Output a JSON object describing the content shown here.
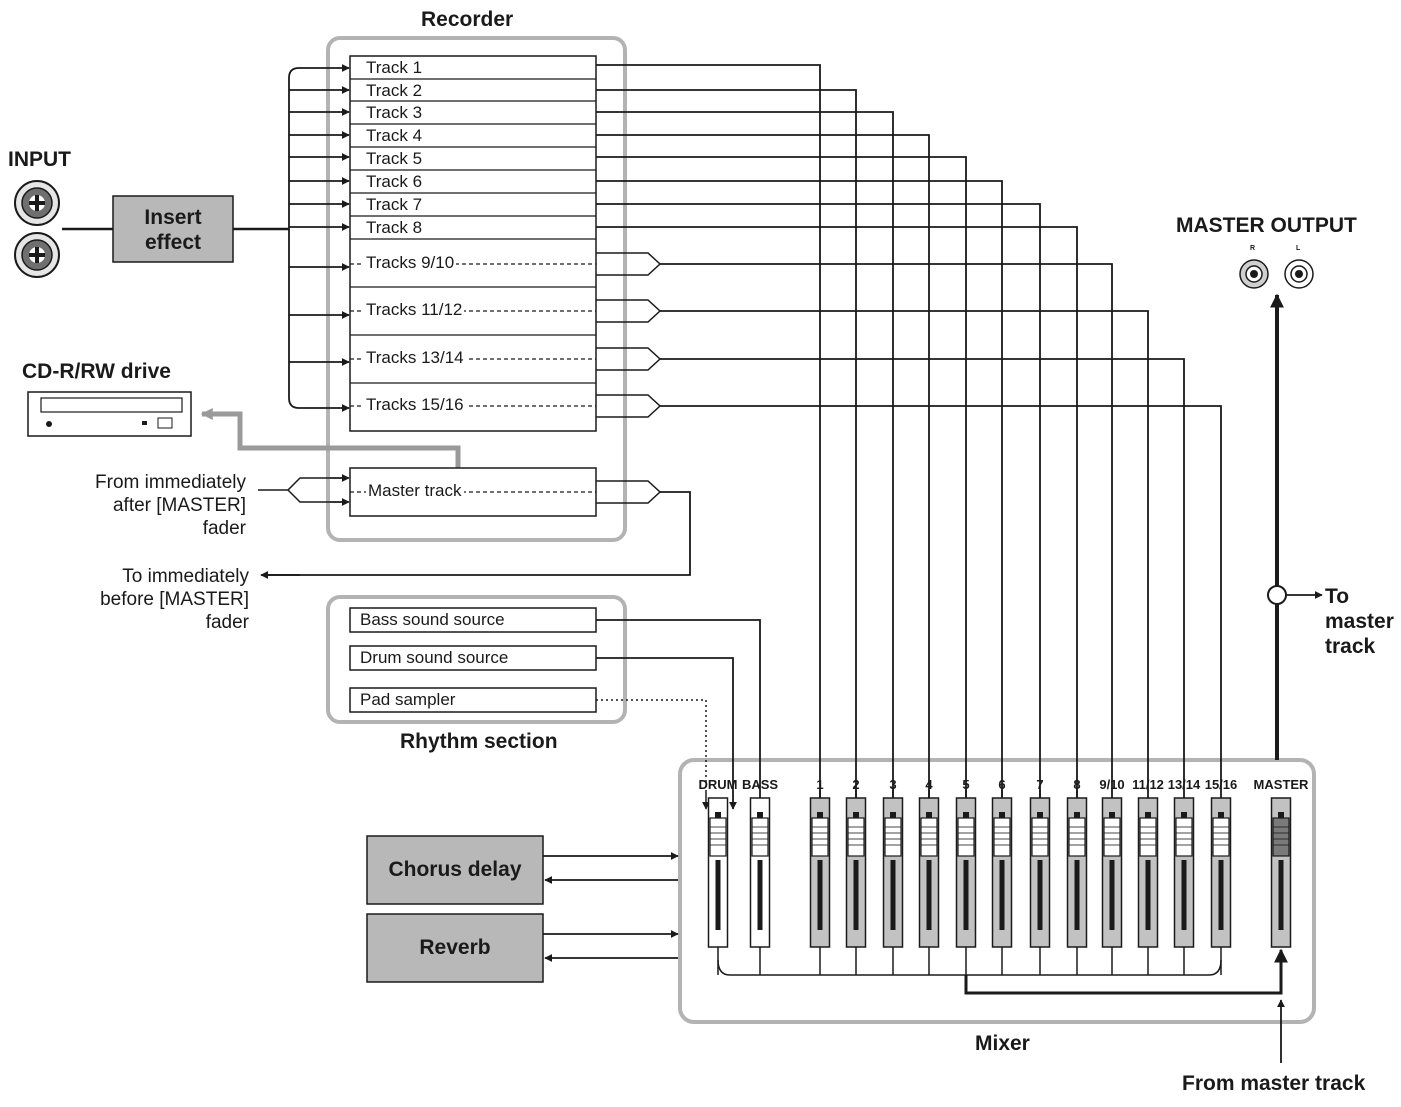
{
  "recorder": {
    "title": "Recorder",
    "tracks": [
      "Track 1",
      "Track 2",
      "Track 3",
      "Track 4",
      "Track 5",
      "Track 6",
      "Track 7",
      "Track 8"
    ],
    "stereo_tracks": [
      "Tracks 9/10",
      "Tracks 11/12",
      "Tracks 13/14",
      "Tracks 15/16"
    ],
    "master_track": "Master track"
  },
  "input": {
    "label": "INPUT",
    "insert_effect": "Insert\neffect"
  },
  "master_output": {
    "label": "MASTER OUTPUT",
    "r": "R",
    "l": "L"
  },
  "cd_drive": {
    "label": "CD-R/RW drive"
  },
  "annotations": {
    "from_after_master": "From immediately\nafter [MASTER]\nfader",
    "to_before_master": "To immediately\nbefore [MASTER]\nfader",
    "to_master_track": "To\nmaster\ntrack",
    "from_master_track": "From master track"
  },
  "rhythm_section": {
    "title": "Rhythm section",
    "sources": [
      "Bass sound source",
      "Drum sound source",
      "Pad sampler"
    ]
  },
  "effects": {
    "chorus_delay": "Chorus delay",
    "reverb": "Reverb"
  },
  "mixer": {
    "title": "Mixer",
    "channels": [
      "DRUM",
      "BASS",
      "1",
      "2",
      "3",
      "4",
      "5",
      "6",
      "7",
      "8",
      "9/10",
      "11/12",
      "13/14",
      "15/16",
      "MASTER"
    ]
  },
  "colors": {
    "line": "#1a1a1a",
    "frame": "#b3b3b3",
    "box_fill": "#b8b8b8",
    "fader_gray": "#c2c2c2"
  }
}
